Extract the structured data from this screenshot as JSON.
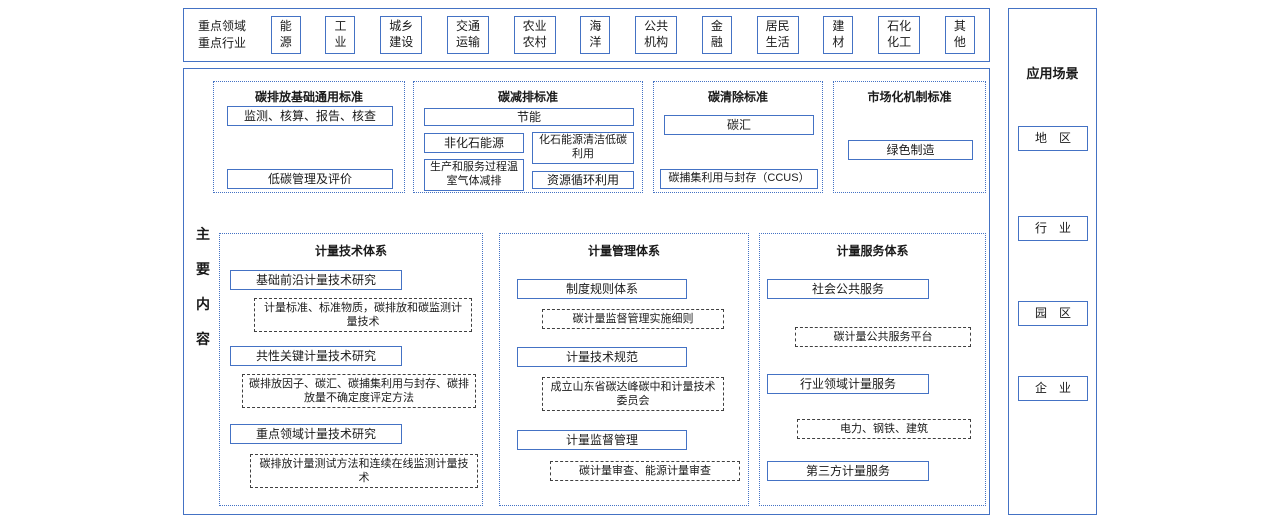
{
  "top_bar": {
    "label": {
      "line1": "重点领域",
      "line2": "重点行业"
    },
    "items": [
      {
        "line1": "能",
        "line2": "源"
      },
      {
        "line1": "工",
        "line2": "业"
      },
      {
        "line1": "城乡",
        "line2": "建设"
      },
      {
        "line1": "交通",
        "line2": "运输"
      },
      {
        "line1": "农业",
        "line2": "农村"
      },
      {
        "line1": "海",
        "line2": "洋"
      },
      {
        "line1": "公共",
        "line2": "机构"
      },
      {
        "line1": "金",
        "line2": "融"
      },
      {
        "line1": "居民",
        "line2": "生活"
      },
      {
        "line1": "建",
        "line2": "材"
      },
      {
        "line1": "石化",
        "line2": "化工"
      },
      {
        "line1": "其",
        "line2": "他"
      }
    ]
  },
  "main": {
    "side_label": [
      "主",
      "要",
      "内",
      "容"
    ],
    "standard_groups": {
      "basic": {
        "title": "碳排放基础通用标准",
        "item1": "监测、核算、报告、核查",
        "item2": "低碳管理及评价"
      },
      "reduction": {
        "title": "碳减排标准",
        "full": "节能",
        "left1": "非化石能源",
        "left2": "生产和服务过程温室气体减排",
        "right1": "化石能源清洁低碳利用",
        "right2": "资源循环利用"
      },
      "removal": {
        "title": "碳清除标准",
        "item1": "碳汇",
        "item2": "碳捕集利用与封存（CCUS）"
      },
      "market": {
        "title": "市场化机制标准",
        "item1": "绿色制造"
      }
    },
    "system_groups": {
      "tech": {
        "title": "计量技术体系",
        "solid1": "基础前沿计量技术研究",
        "dashed1": "计量标准、标准物质，碳排放和碳监测计量技术",
        "solid2": "共性关键计量技术研究",
        "dashed2": "碳排放因子、碳汇、碳捕集利用与封存、碳排放量不确定度评定方法",
        "solid3": "重点领域计量技术研究",
        "dashed3": "碳排放计量测试方法和连续在线监测计量技术"
      },
      "management": {
        "title": "计量管理体系",
        "solid1": "制度规则体系",
        "dashed1": "碳计量监督管理实施细则",
        "solid2": "计量技术规范",
        "dashed2": "成立山东省碳达峰碳中和计量技术委员会",
        "solid3": "计量监督管理",
        "dashed3": "碳计量审查、能源计量审查"
      },
      "service": {
        "title": "计量服务体系",
        "solid1": "社会公共服务",
        "dashed1": "碳计量公共服务平台",
        "solid2": "行业领域计量服务",
        "dashed2": "电力、钢铁、建筑",
        "solid3": "第三方计量服务"
      }
    }
  },
  "right_panel": {
    "title": "应用场景",
    "items": [
      "地　区",
      "行　业",
      "园　区",
      "企　业"
    ]
  },
  "colors": {
    "border_blue": "#4472C4",
    "border_dark": "#404040",
    "text": "#1a1a1a",
    "background": "#ffffff"
  }
}
